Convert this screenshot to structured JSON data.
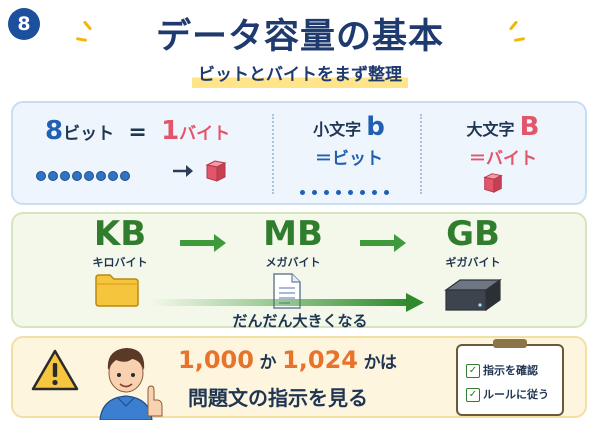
{
  "badge": "8",
  "title": "データ容量の基本",
  "subtitle": "ビットとバイトをまず整理",
  "bits": {
    "eq_left_num": "8",
    "eq_left_unit": "ビット",
    "eq_sign": "=",
    "eq_right_num": "1",
    "eq_right_unit": "バイト",
    "lower_label": "小文字",
    "lower_letter": "b",
    "lower_meaning": "＝ビット",
    "upper_label": "大文字",
    "upper_letter": "B",
    "upper_meaning": "＝バイト"
  },
  "units": {
    "items": [
      {
        "abbr": "KB",
        "name": "キロバイト",
        "icon": "folder-icon"
      },
      {
        "abbr": "MB",
        "name": "メガバイト",
        "icon": "document-icon"
      },
      {
        "abbr": "GB",
        "name": "ギガバイト",
        "icon": "hard-drive-icon"
      }
    ],
    "caption": "だんだん大きくなる"
  },
  "note": {
    "value_a": "1,000",
    "conj_a": "か",
    "value_b": "1,024",
    "conj_b": "かは",
    "line2": "問題文の指示を見る",
    "checklist": [
      "指示を確認",
      "ルールに従う"
    ]
  },
  "colors": {
    "navy": "#1f3a6e",
    "blue": "#1f5fb4",
    "red": "#e2566b",
    "green": "#2f7d2d",
    "orange": "#e8732c"
  }
}
